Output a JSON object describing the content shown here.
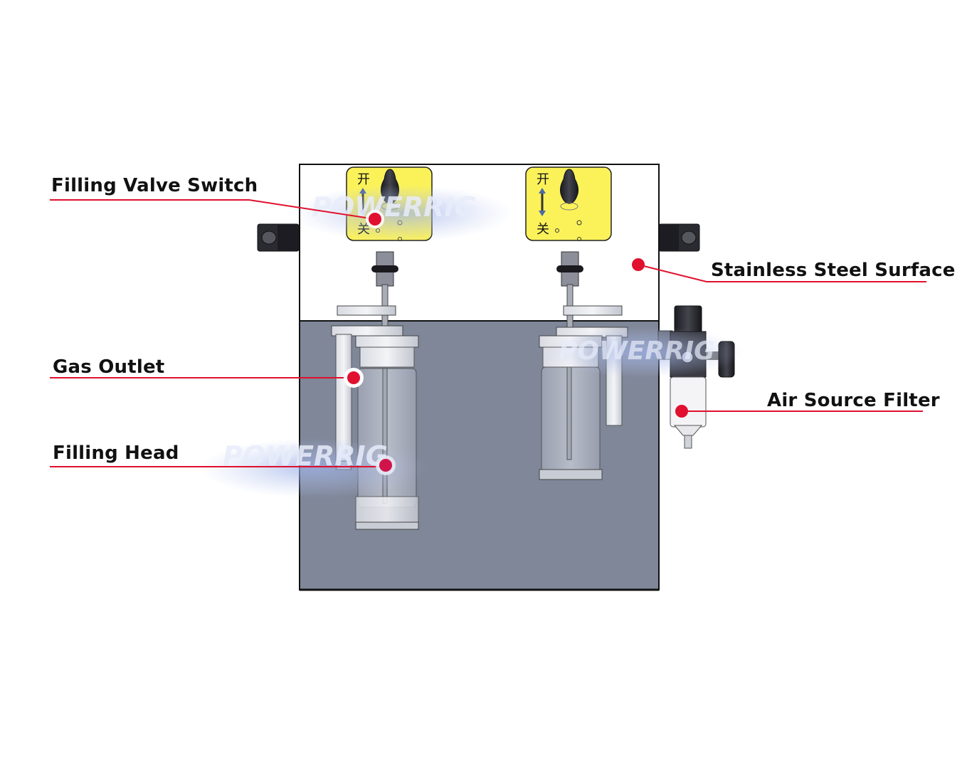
{
  "diagram": {
    "subject": "Two-head pneumatic filling machine (front view)",
    "watermark": "POWERRIG",
    "accent_color": "#e0102e",
    "panel_lower_color": "#7f8799",
    "switch_panel_color": "#fbf25a",
    "switch_symbols": {
      "open": "开",
      "close": "关"
    },
    "callouts": [
      {
        "id": "filling-valve-switch",
        "label": "Filling Valve Switch",
        "side": "left"
      },
      {
        "id": "stainless-steel-surface",
        "label": "Stainless Steel Surface",
        "side": "right"
      },
      {
        "id": "gas-outlet",
        "label": "Gas Outlet",
        "side": "left"
      },
      {
        "id": "air-source-filter",
        "label": "Air Source Filter",
        "side": "right"
      },
      {
        "id": "filling-head",
        "label": "Filling Head",
        "side": "left"
      }
    ]
  }
}
